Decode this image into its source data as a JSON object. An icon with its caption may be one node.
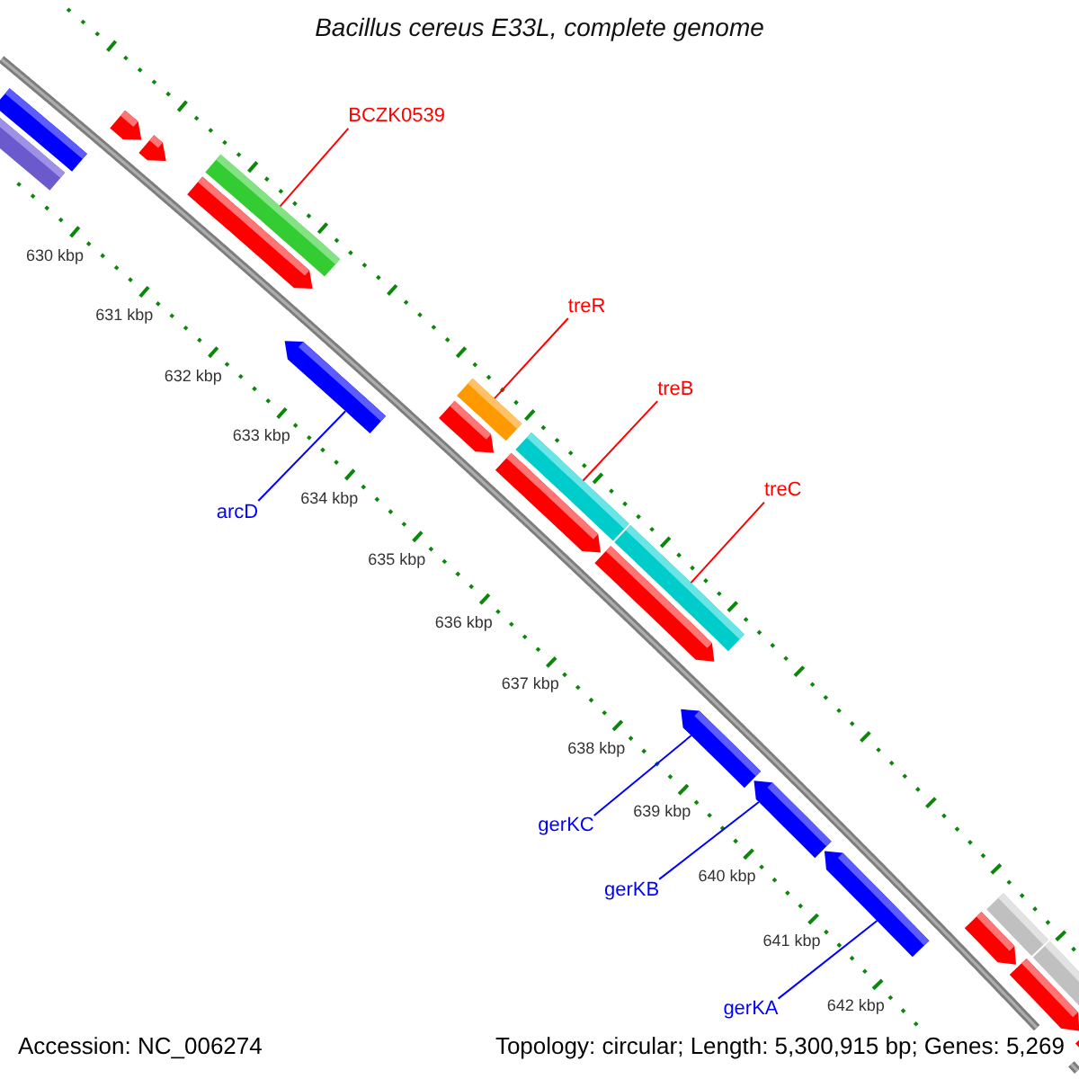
{
  "diagram": {
    "title": "Bacillus cereus E33L, complete genome",
    "nodes": [
      {
        "text": [
          "BCZK0539"
        ]
      },
      {
        "text": [
          "treR"
        ]
      },
      {
        "text": [
          "treB"
        ]
      },
      {
        "text": [
          "treC"
        ]
      },
      {
        "text": [
          "arcD"
        ]
      },
      {
        "text": [
          "gerKC"
        ]
      },
      {
        "text": [
          "gerKB"
        ]
      },
      {
        "text": [
          "gerKA"
        ]
      },
      {
        "text": [],
        "shape": "bar"
      },
      {
        "text": [],
        "shape": "bar"
      },
      {
        "text": [],
        "shape": "pentagon"
      },
      {
        "text": [],
        "shape": "pentagon"
      },
      {
        "text": [],
        "shape": "bar"
      },
      {
        "text": [],
        "shape": "pentagon"
      },
      {
        "text": [],
        "shape": "pentagon"
      },
      {
        "text": [],
        "shape": "bar"
      },
      {
        "text": [],
        "shape": "pentagon"
      },
      {
        "text": [],
        "shape": "bar"
      },
      {
        "text": [],
        "shape": "pentagon"
      },
      {
        "text": [],
        "shape": "bar"
      },
      {
        "text": [],
        "shape": "pentagon"
      },
      {
        "text": [],
        "shape": "pentagon"
      },
      {
        "text": [],
        "shape": "pentagon"
      },
      {
        "text": [],
        "shape": "pentagon"
      },
      {
        "text": [],
        "shape": "pentagon"
      },
      {
        "text": [],
        "shape": "bar"
      },
      {
        "text": [],
        "shape": "pentagon"
      },
      {
        "text": [],
        "shape": "bar"
      },
      {
        "text": [],
        "shape": "pentagon"
      }
    ],
    "edges": [
      {
        "from": 0,
        "to": 12,
        "arrow": "none",
        "color": "#ff0000"
      },
      {
        "from": 1,
        "to": 15,
        "arrow": "none",
        "color": "#ff0000"
      },
      {
        "from": 2,
        "to": 17,
        "arrow": "none",
        "color": "#ff0000"
      },
      {
        "from": 3,
        "to": 19,
        "arrow": "none",
        "color": "#ff0000"
      },
      {
        "from": 4,
        "to": 14,
        "arrow": "none",
        "color": "#0000ff"
      },
      {
        "from": 5,
        "to": 21,
        "arrow": "none",
        "color": "#0000ff"
      },
      {
        "from": 6,
        "to": 22,
        "arrow": "none",
        "color": "#0000ff"
      },
      {
        "from": 7,
        "to": 23,
        "arrow": "none",
        "color": "#0000ff"
      }
    ],
    "labels": [
      "630 kbp",
      "631 kbp",
      "632 kbp",
      "633 kbp",
      "634 kbp",
      "635 kbp",
      "636 kbp",
      "637 kbp",
      "638 kbp",
      "639 kbp",
      "640 kbp",
      "641 kbp",
      "642 kbp",
      "Accession: NC_006274",
      "Topology: circular; Length: 5,300,915 bp; Genes: 5,269"
    ]
  }
}
